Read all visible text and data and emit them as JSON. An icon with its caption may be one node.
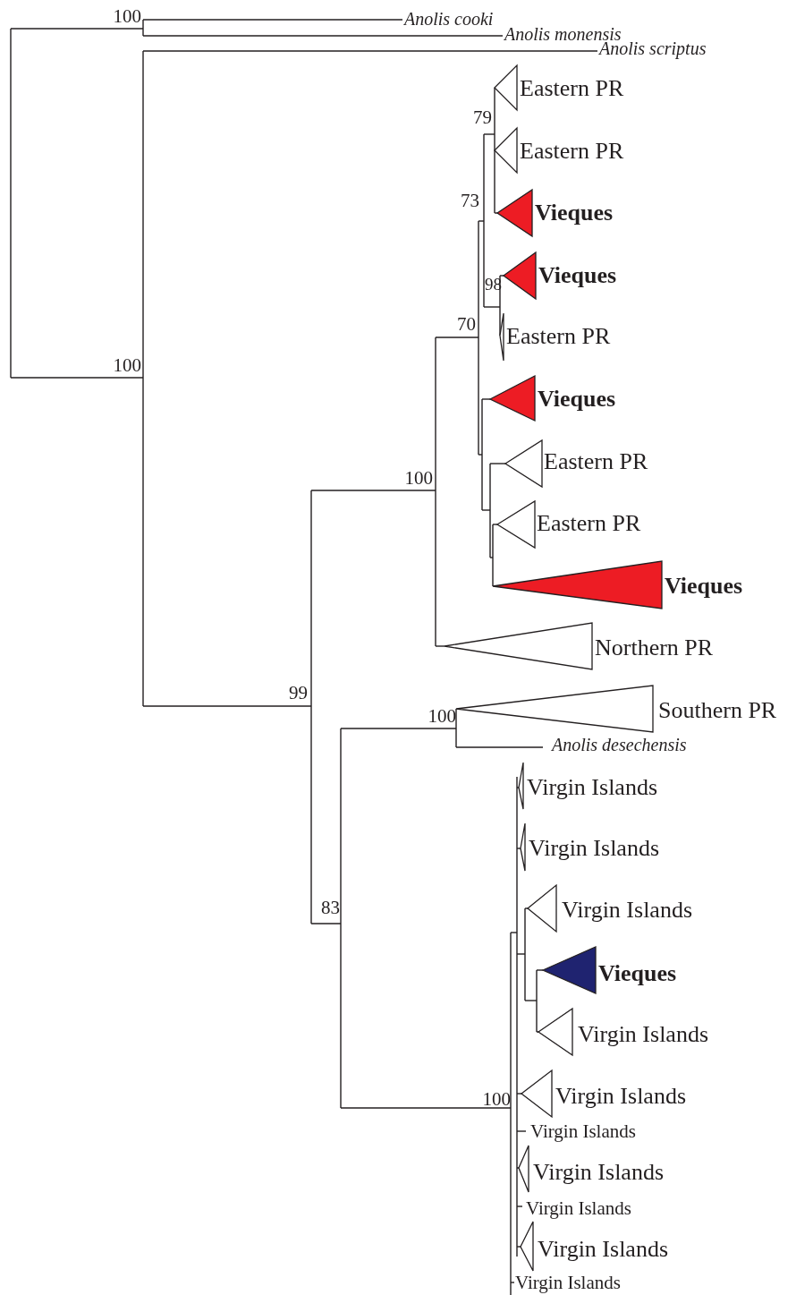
{
  "diagram": {
    "labels": [
      "100",
      "Anolis cooki",
      "Anolis monensis",
      "Anolis scriptus",
      "Eastern PR",
      "79",
      "Eastern PR",
      "73",
      "Vieques",
      "Vieques",
      "98",
      "70",
      "Eastern PR",
      "100",
      "Vieques",
      "Eastern PR",
      "100",
      "Eastern PR",
      "Vieques",
      "Northern PR",
      "99",
      "Southern PR",
      "100",
      "Anolis desechensis",
      "Virgin Islands",
      "Virgin Islands",
      "Virgin Islands",
      "83",
      "Vieques",
      "Virgin Islands",
      "100",
      "Virgin Islands",
      "Virgin Islands",
      "Virgin Islands",
      "Virgin Islands",
      "Virgin Islands",
      "Virgin Islands"
    ]
  }
}
